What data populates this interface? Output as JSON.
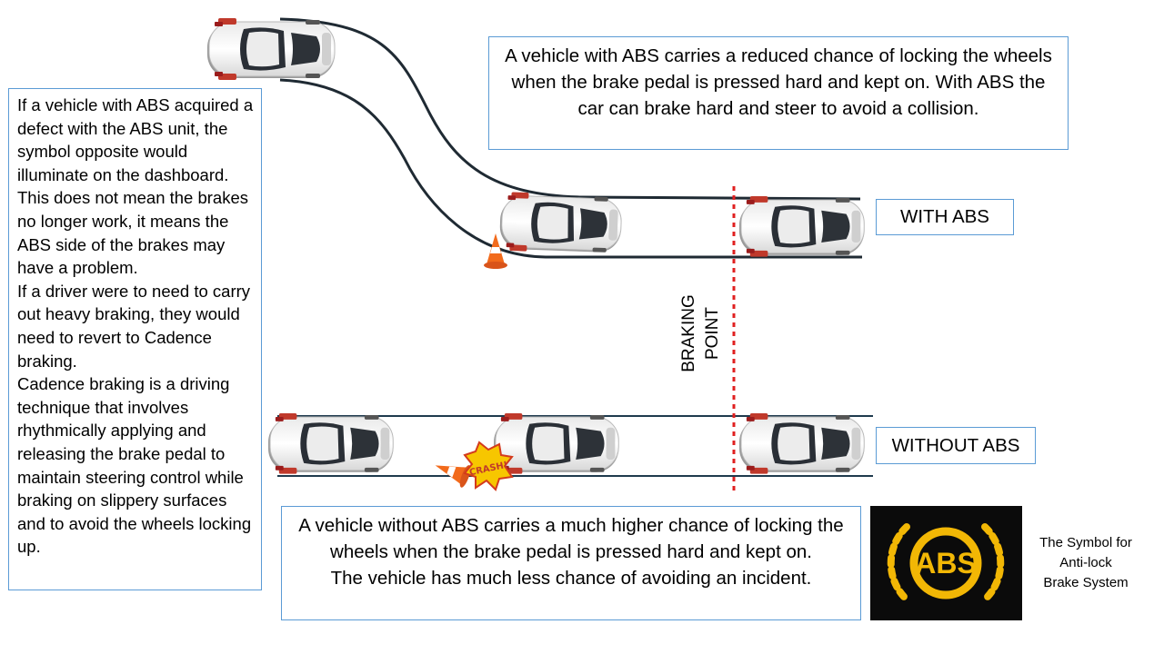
{
  "top_note": {
    "text": "A vehicle with ABS carries a reduced chance of locking the wheels when the brake pedal is pressed hard and kept on. With ABS the car can brake hard and steer to avoid a collision."
  },
  "left_note": {
    "paragraphs": [
      "If a vehicle with ABS acquired a defect with the ABS unit, the symbol opposite would illuminate on the dashboard.",
      "This does not mean the brakes no longer work, it means the ABS side of the brakes may have a problem.",
      "If a driver were to need to carry out heavy braking, they would need to revert to Cadence braking.",
      "Cadence braking is a driving technique that involves rhythmically applying and releasing the brake pedal to maintain steering control while braking on slippery surfaces and to avoid the wheels locking up."
    ]
  },
  "labels": {
    "with_abs": "WITH ABS",
    "without_abs": "WITHOUT ABS",
    "braking_point_line1": "BRAKING",
    "braking_point_line2": "POINT"
  },
  "bottom_note": {
    "line1": "A vehicle without ABS carries a much higher chance of locking the wheels when the brake pedal is pressed hard and kept on.",
    "line2": "The vehicle has much less chance of avoiding an incident."
  },
  "symbol": {
    "text": "ABS",
    "caption_line1": "The Symbol for",
    "caption_line2": "Anti-lock",
    "caption_line3": "Brake System",
    "color": "#f2b705"
  },
  "crash_text": "CRASH!",
  "colors": {
    "box_border": "#5b9bd5",
    "road_line": "#1f3a4d",
    "braking_line": "#e02020",
    "cone": "#f26a1b"
  }
}
